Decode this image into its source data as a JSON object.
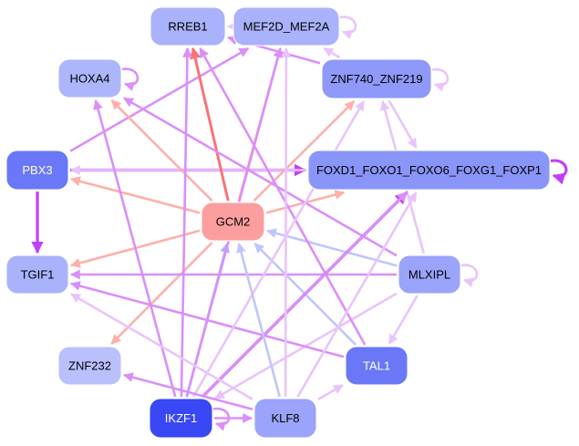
{
  "graph": {
    "title": "Transcription factor regulatory network",
    "nodes": [
      {
        "id": "RREB1",
        "label": "RREB1",
        "fill": "#a9b2fb",
        "text_color": "#000000"
      },
      {
        "id": "MEF2D_MEF2A",
        "label": "MEF2D_MEF2A",
        "fill": "#a9b2fb",
        "text_color": "#000000"
      },
      {
        "id": "HOXA4",
        "label": "HOXA4",
        "fill": "#adb6fb",
        "text_color": "#000000"
      },
      {
        "id": "ZNF740_ZNF219",
        "label": "ZNF740_ZNF219",
        "fill": "#8e99f9",
        "text_color": "#000000"
      },
      {
        "id": "PBX3",
        "label": "PBX3",
        "fill": "#6a78f7",
        "text_color": "#ffffff"
      },
      {
        "id": "FOXD1",
        "label": "FOXD1_FOXO1_FOXO6_FOXG1_FOXP1",
        "fill": "#8a95f9",
        "text_color": "#000000"
      },
      {
        "id": "GCM2",
        "label": "GCM2",
        "fill": "#fd9e9e",
        "text_color": "#000000"
      },
      {
        "id": "TGIF1",
        "label": "TGIF1",
        "fill": "#a9b2fb",
        "text_color": "#000000"
      },
      {
        "id": "MLXIPL",
        "label": "MLXIPL",
        "fill": "#9aa4fa",
        "text_color": "#000000"
      },
      {
        "id": "ZNF232",
        "label": "ZNF232",
        "fill": "#b9c0fc",
        "text_color": "#000000"
      },
      {
        "id": "TAL1",
        "label": "TAL1",
        "fill": "#6a78f7",
        "text_color": "#ffffff"
      },
      {
        "id": "IKZF1",
        "label": "IKZF1",
        "fill": "#3947f5",
        "text_color": "#ffffff"
      },
      {
        "id": "KLF8",
        "label": "KLF8",
        "fill": "#9aa4fa",
        "text_color": "#000000"
      }
    ],
    "edge_colors": {
      "strong_purple": "#c040f8",
      "purple": "#da8ff9",
      "light_purple": "#e9c4fb",
      "red": "#f87474",
      "salmon": "#fdb0ab",
      "blue": "#a9b2fb",
      "light_blue": "#c0c6fc"
    },
    "edges": [
      {
        "from": "MEF2D_MEF2A",
        "to": "RREB1",
        "color": "light_purple"
      },
      {
        "from": "MEF2D_MEF2A",
        "to": "MEF2D_MEF2A",
        "color": "light_purple",
        "self": true
      },
      {
        "from": "HOXA4",
        "to": "HOXA4",
        "color": "purple",
        "self": true
      },
      {
        "from": "ZNF740_ZNF219",
        "to": "ZNF740_ZNF219",
        "color": "light_purple",
        "self": true
      },
      {
        "from": "FOXD1",
        "to": "FOXD1",
        "color": "strong_purple",
        "self": true
      },
      {
        "from": "MLXIPL",
        "to": "MLXIPL",
        "color": "light_purple",
        "self": true
      },
      {
        "from": "IKZF1",
        "to": "IKZF1",
        "color": "purple",
        "self": true
      },
      {
        "from": "ZNF740_ZNF219",
        "to": "MEF2D_MEF2A",
        "color": "light_purple"
      },
      {
        "from": "ZNF740_ZNF219",
        "to": "RREB1",
        "color": "purple"
      },
      {
        "from": "ZNF740_ZNF219",
        "to": "FOXD1",
        "color": "light_purple"
      },
      {
        "from": "PBX3",
        "to": "FOXD1",
        "color": "strong_purple"
      },
      {
        "from": "FOXD1",
        "to": "PBX3",
        "color": "light_purple"
      },
      {
        "from": "PBX3",
        "to": "TGIF1",
        "color": "strong_purple"
      },
      {
        "from": "PBX3",
        "to": "MEF2D_MEF2A",
        "color": "purple"
      },
      {
        "from": "GCM2",
        "to": "RREB1",
        "color": "red"
      },
      {
        "from": "GCM2",
        "to": "HOXA4",
        "color": "salmon"
      },
      {
        "from": "GCM2",
        "to": "PBX3",
        "color": "salmon"
      },
      {
        "from": "GCM2",
        "to": "MEF2D_MEF2A",
        "color": "salmon"
      },
      {
        "from": "GCM2",
        "to": "ZNF740_ZNF219",
        "color": "salmon"
      },
      {
        "from": "GCM2",
        "to": "FOXD1",
        "color": "salmon"
      },
      {
        "from": "GCM2",
        "to": "TGIF1",
        "color": "salmon"
      },
      {
        "from": "GCM2",
        "to": "ZNF232",
        "color": "salmon"
      },
      {
        "from": "MLXIPL",
        "to": "GCM2",
        "color": "light_blue"
      },
      {
        "from": "MLXIPL",
        "to": "TGIF1",
        "color": "purple"
      },
      {
        "from": "MLXIPL",
        "to": "TAL1",
        "color": "light_purple"
      },
      {
        "from": "MLXIPL",
        "to": "HOXA4",
        "color": "purple"
      },
      {
        "from": "MLXIPL",
        "to": "ZNF740_ZNF219",
        "color": "light_purple"
      },
      {
        "from": "MLXIPL",
        "to": "IKZF1",
        "color": "light_purple"
      },
      {
        "from": "TAL1",
        "to": "TGIF1",
        "color": "purple"
      },
      {
        "from": "TAL1",
        "to": "GCM2",
        "color": "light_blue"
      },
      {
        "from": "TAL1",
        "to": "RREB1",
        "color": "purple"
      },
      {
        "from": "IKZF1",
        "to": "GCM2",
        "color": "blue"
      },
      {
        "from": "IKZF1",
        "to": "FOXD1",
        "color": "strong_purple"
      },
      {
        "from": "IKZF1",
        "to": "RREB1",
        "color": "purple"
      },
      {
        "from": "IKZF1",
        "to": "HOXA4",
        "color": "purple"
      },
      {
        "from": "IKZF1",
        "to": "MEF2D_MEF2A",
        "color": "purple"
      },
      {
        "from": "IKZF1",
        "to": "ZNF740_ZNF219",
        "color": "light_purple"
      },
      {
        "from": "IKZF1",
        "to": "KLF8",
        "color": "purple"
      },
      {
        "from": "IKZF1",
        "to": "FOXD1",
        "color": "purple"
      },
      {
        "from": "KLF8",
        "to": "GCM2",
        "color": "light_blue"
      },
      {
        "from": "KLF8",
        "to": "ZNF232",
        "color": "purple"
      },
      {
        "from": "KLF8",
        "to": "TGIF1",
        "color": "light_purple"
      },
      {
        "from": "KLF8",
        "to": "TAL1",
        "color": "light_purple"
      },
      {
        "from": "KLF8",
        "to": "FOXD1",
        "color": "light_purple"
      },
      {
        "from": "KLF8",
        "to": "MEF2D_MEF2A",
        "color": "light_purple"
      }
    ]
  }
}
